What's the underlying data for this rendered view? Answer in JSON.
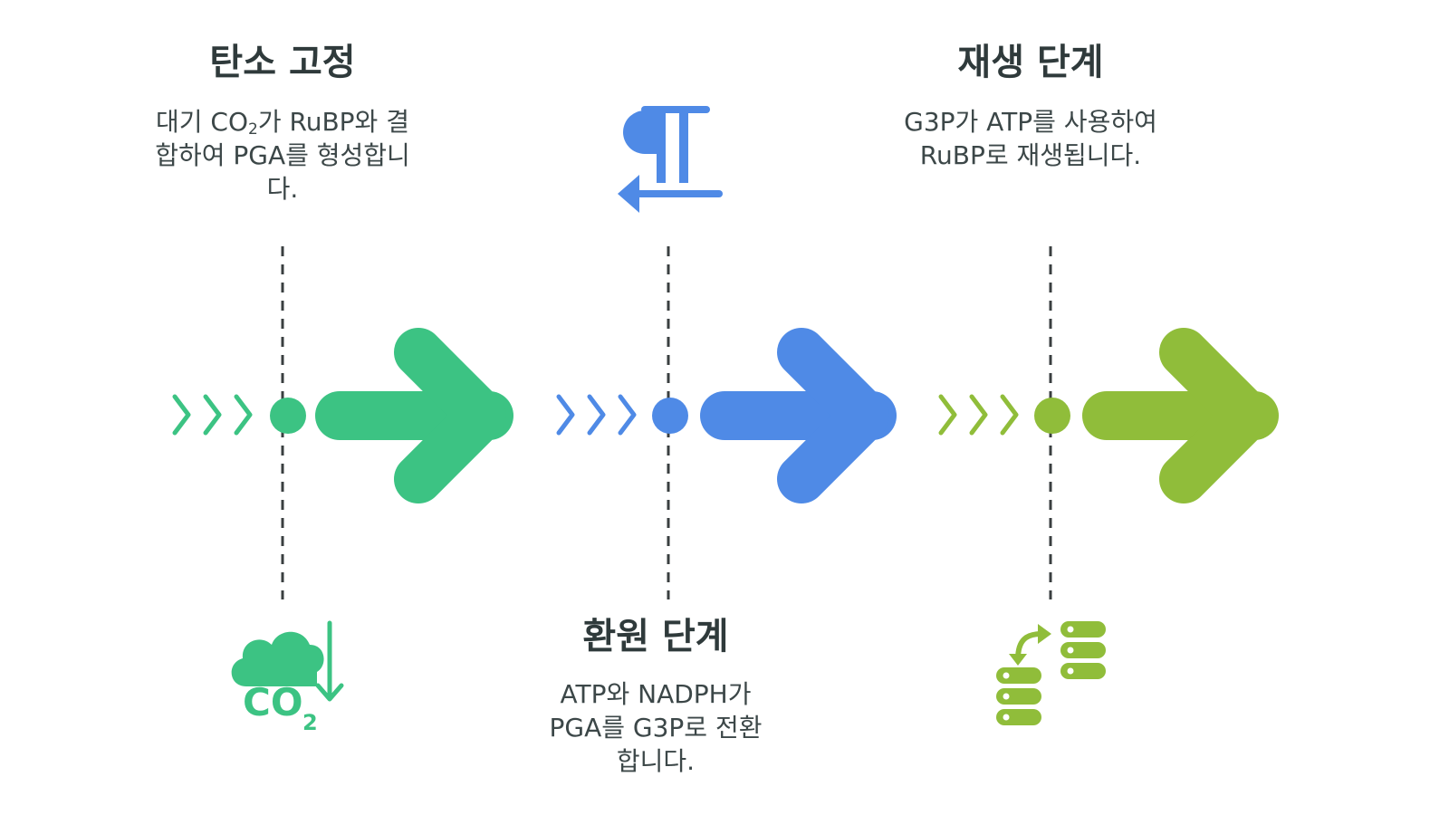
{
  "stages": [
    {
      "id": "carbon-fixation",
      "title": "탄소 고정",
      "desc_pre": "대기 CO",
      "desc_sub": "2",
      "desc_post": "가 RuBP와 결합하여 PGA를 형성합니다.",
      "icon": "co2-cloud-down-icon",
      "color": "#3cc383"
    },
    {
      "id": "reduction",
      "title": "환원 단계",
      "desc": "ATP와 NADPH가 PGA를 G3P로 전환합니다.",
      "icon": "pilcrow-return-icon",
      "color": "#4f8ae6"
    },
    {
      "id": "regeneration",
      "title": "재생 단계",
      "desc": "G3P가 ATP를 사용하여 RuBP로 재생됩니다.",
      "icon": "database-transfer-icon",
      "color": "#90bd3a"
    }
  ],
  "icon_text": {
    "co2": "CO",
    "co2_sub": "2"
  }
}
